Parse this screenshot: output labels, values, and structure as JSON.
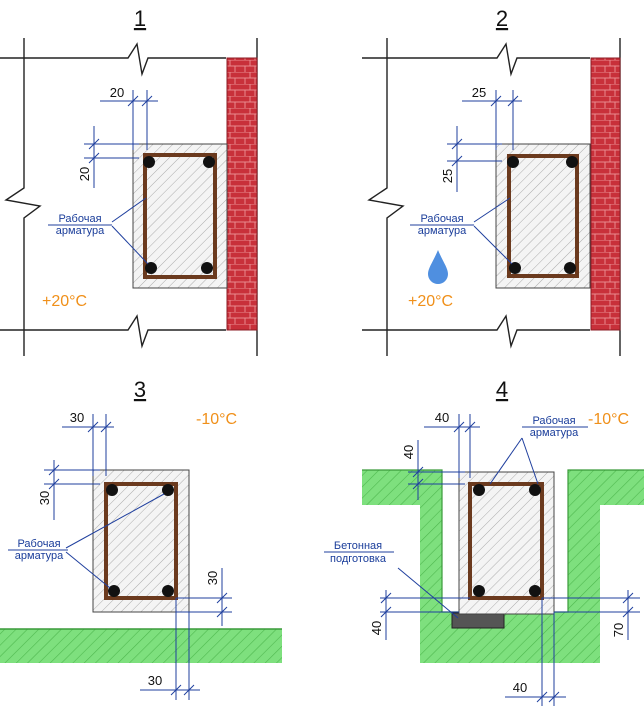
{
  "colors": {
    "brick": "#c8303a",
    "ground": "#7ee07e",
    "rebar": "#6b3a1e",
    "dimension": "#1f3f9e",
    "temperature": "#f0901a",
    "water": "#4f8fe0",
    "concrete_prep": "#555555"
  },
  "icons": [
    "water-drop-icon"
  ],
  "panels": [
    {
      "number": "1",
      "cover_top": "20",
      "cover_side": "20",
      "label_line1": "Рабочая",
      "label_line2": "арматура",
      "temperature": "+20°C"
    },
    {
      "number": "2",
      "cover_top": "25",
      "cover_side": "25",
      "label_line1": "Рабочая",
      "label_line2": "арматура",
      "temperature": "+20°C"
    },
    {
      "number": "3",
      "cover_top": "30",
      "cover_side": "30",
      "cover_bottom": "30",
      "cover_bottom_side": "30",
      "label_line1": "Рабочая",
      "label_line2": "арматура",
      "temperature": "-10°C"
    },
    {
      "number": "4",
      "cover_top": "40",
      "cover_side": "40",
      "cover_bottom": "40",
      "cover_bottom_side": "40",
      "prep_offset": "70",
      "label_line1": "Рабочая",
      "label_line2": "арматура",
      "prep_line1": "Бетонная",
      "prep_line2": "подготовка",
      "temperature": "-10°C"
    }
  ]
}
